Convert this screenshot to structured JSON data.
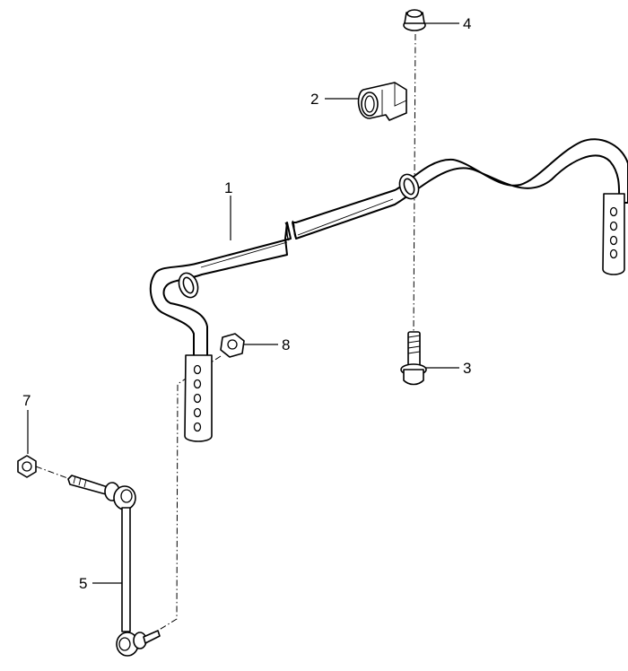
{
  "callouts": [
    {
      "id": "1",
      "label": "1",
      "part": "stabilizer-bar"
    },
    {
      "id": "2",
      "label": "2",
      "part": "rubber-bushing"
    },
    {
      "id": "3",
      "label": "3",
      "part": "mounting-bolt"
    },
    {
      "id": "4",
      "label": "4",
      "part": "flange-nut"
    },
    {
      "id": "5",
      "label": "5",
      "part": "coupling-rod"
    },
    {
      "id": "7",
      "label": "7",
      "part": "hex-nut"
    },
    {
      "id": "8",
      "label": "8",
      "part": "collar-nut"
    }
  ]
}
